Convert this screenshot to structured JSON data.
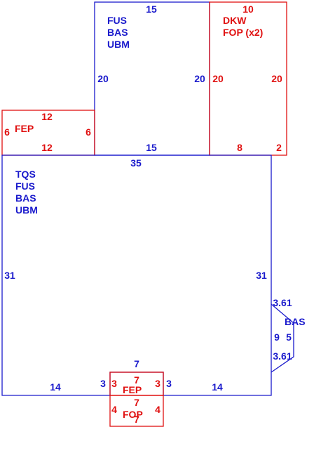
{
  "colors": {
    "blue": "#1a1acc",
    "red": "#e01010",
    "background": "#ffffff"
  },
  "areas": {
    "upper_main": {
      "codes": [
        "FUS",
        "BAS",
        "UBM"
      ],
      "top": "15",
      "left": "20",
      "right": "20",
      "bottom": "15"
    },
    "dkw": {
      "codes": [
        "DKW",
        "FOP (x2)"
      ],
      "top": "10",
      "left": "20",
      "right": "20",
      "bottom_a": "8",
      "bottom_b": "2"
    },
    "fep_left": {
      "codes": [
        "FEP"
      ],
      "top": "12",
      "left": "6",
      "right": "6",
      "bottom": "12"
    },
    "lower_main": {
      "codes": [
        "TQS",
        "FUS",
        "BAS",
        "UBM"
      ],
      "top": "35",
      "left": "31",
      "right": "31",
      "bottom_left": "14",
      "bottom_right": "14",
      "notch_top": "7",
      "notch_left": "3",
      "notch_right": "3"
    },
    "bay": {
      "codes": [
        "BAS"
      ],
      "diag_top": "3.61",
      "depth": "5",
      "base": "9",
      "diag_bottom": "3.61"
    },
    "fep_bottom": {
      "codes": [
        "FEP"
      ],
      "top": "7",
      "left": "3",
      "right": "3",
      "bottom": "7"
    },
    "fop_bottom": {
      "codes": [
        "FOP"
      ],
      "left": "4",
      "right": "4",
      "bottom": "7"
    }
  }
}
